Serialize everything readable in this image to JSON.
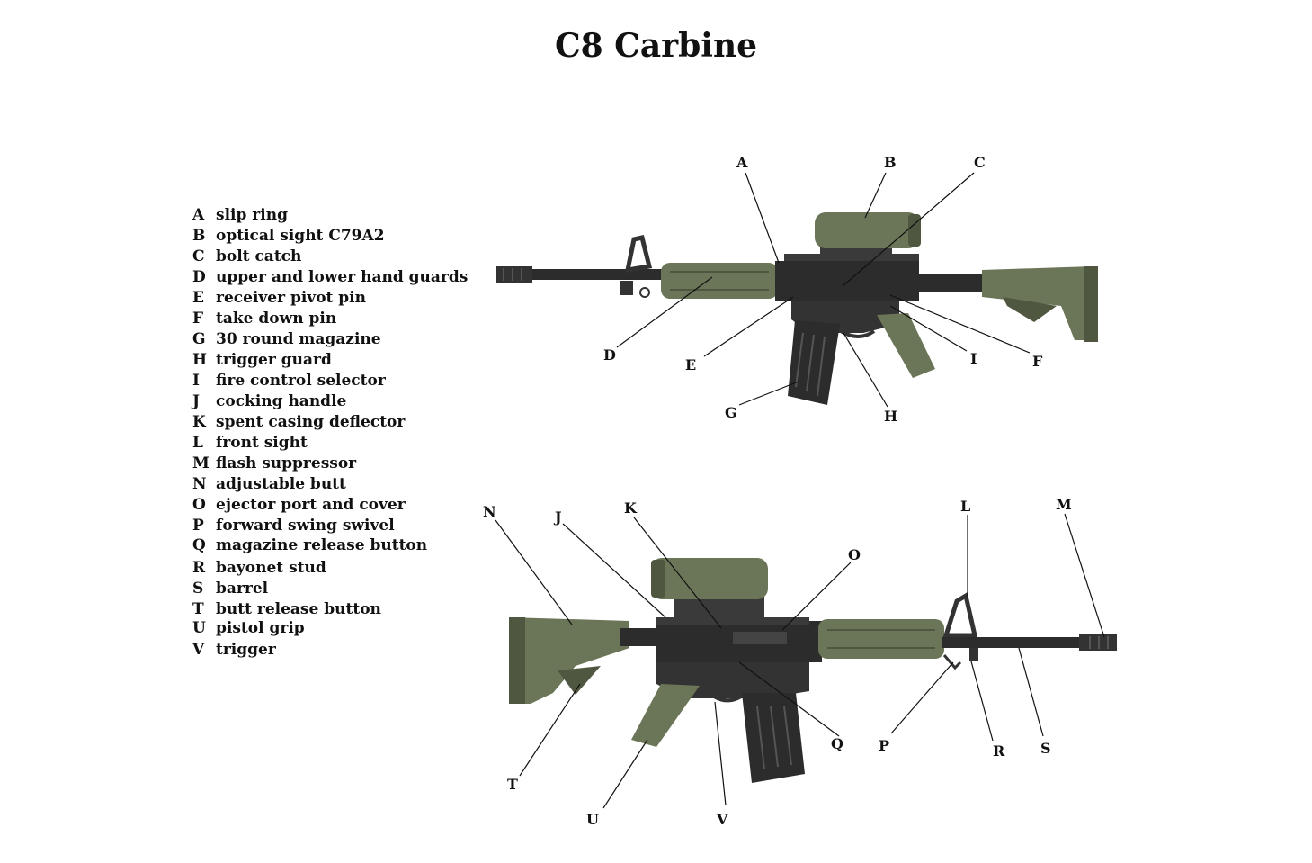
{
  "title": "C8 Carbine",
  "legend": [
    {
      "key": "A",
      "label": "slip ring"
    },
    {
      "key": "B",
      "label": "optical sight C79A2"
    },
    {
      "key": "C",
      "label": "bolt catch"
    },
    {
      "key": "D",
      "label": "upper and lower hand guards"
    },
    {
      "key": "E",
      "label": "receiver pivot pin"
    },
    {
      "key": "F",
      "label": "take down pin"
    },
    {
      "key": "G",
      "label": "30 round magazine"
    },
    {
      "key": "H",
      "label": "trigger guard"
    },
    {
      "key": "I",
      "label": "fire control selector"
    },
    {
      "key": "J",
      "label": "cocking handle"
    },
    {
      "key": "K",
      "label": "spent casing deflector"
    },
    {
      "key": "L",
      "label": "front sight"
    },
    {
      "key": "M",
      "label": "flash suppressor"
    },
    {
      "key": "N",
      "label": "adjustable butt"
    },
    {
      "key": "O",
      "label": "ejector port and cover"
    },
    {
      "key": "P",
      "label": "forward swing swivel"
    },
    {
      "key": "Q",
      "label": "magazine release button"
    },
    {
      "key": "R",
      "label": "bayonet stud"
    },
    {
      "key": "S",
      "label": "barrel"
    },
    {
      "key": "T",
      "label": "butt release button"
    },
    {
      "key": "U",
      "label": "pistol grip"
    },
    {
      "key": "V",
      "label": "trigger"
    }
  ],
  "callouts": {
    "A": "A",
    "B": "B",
    "C": "C",
    "D": "D",
    "E": "E",
    "F": "F",
    "G": "G",
    "H": "H",
    "I": "I",
    "J": "J",
    "K": "K",
    "L": "L",
    "M": "M",
    "N": "N",
    "O": "O",
    "P": "P",
    "Q": "Q",
    "R": "R",
    "S": "S",
    "T": "T",
    "U": "U",
    "V": "V"
  },
  "colors": {
    "olive": "#6b7557",
    "olive_dark": "#4f5740",
    "metal": "#2c2c2c",
    "metal_light": "#4a4a4a"
  }
}
